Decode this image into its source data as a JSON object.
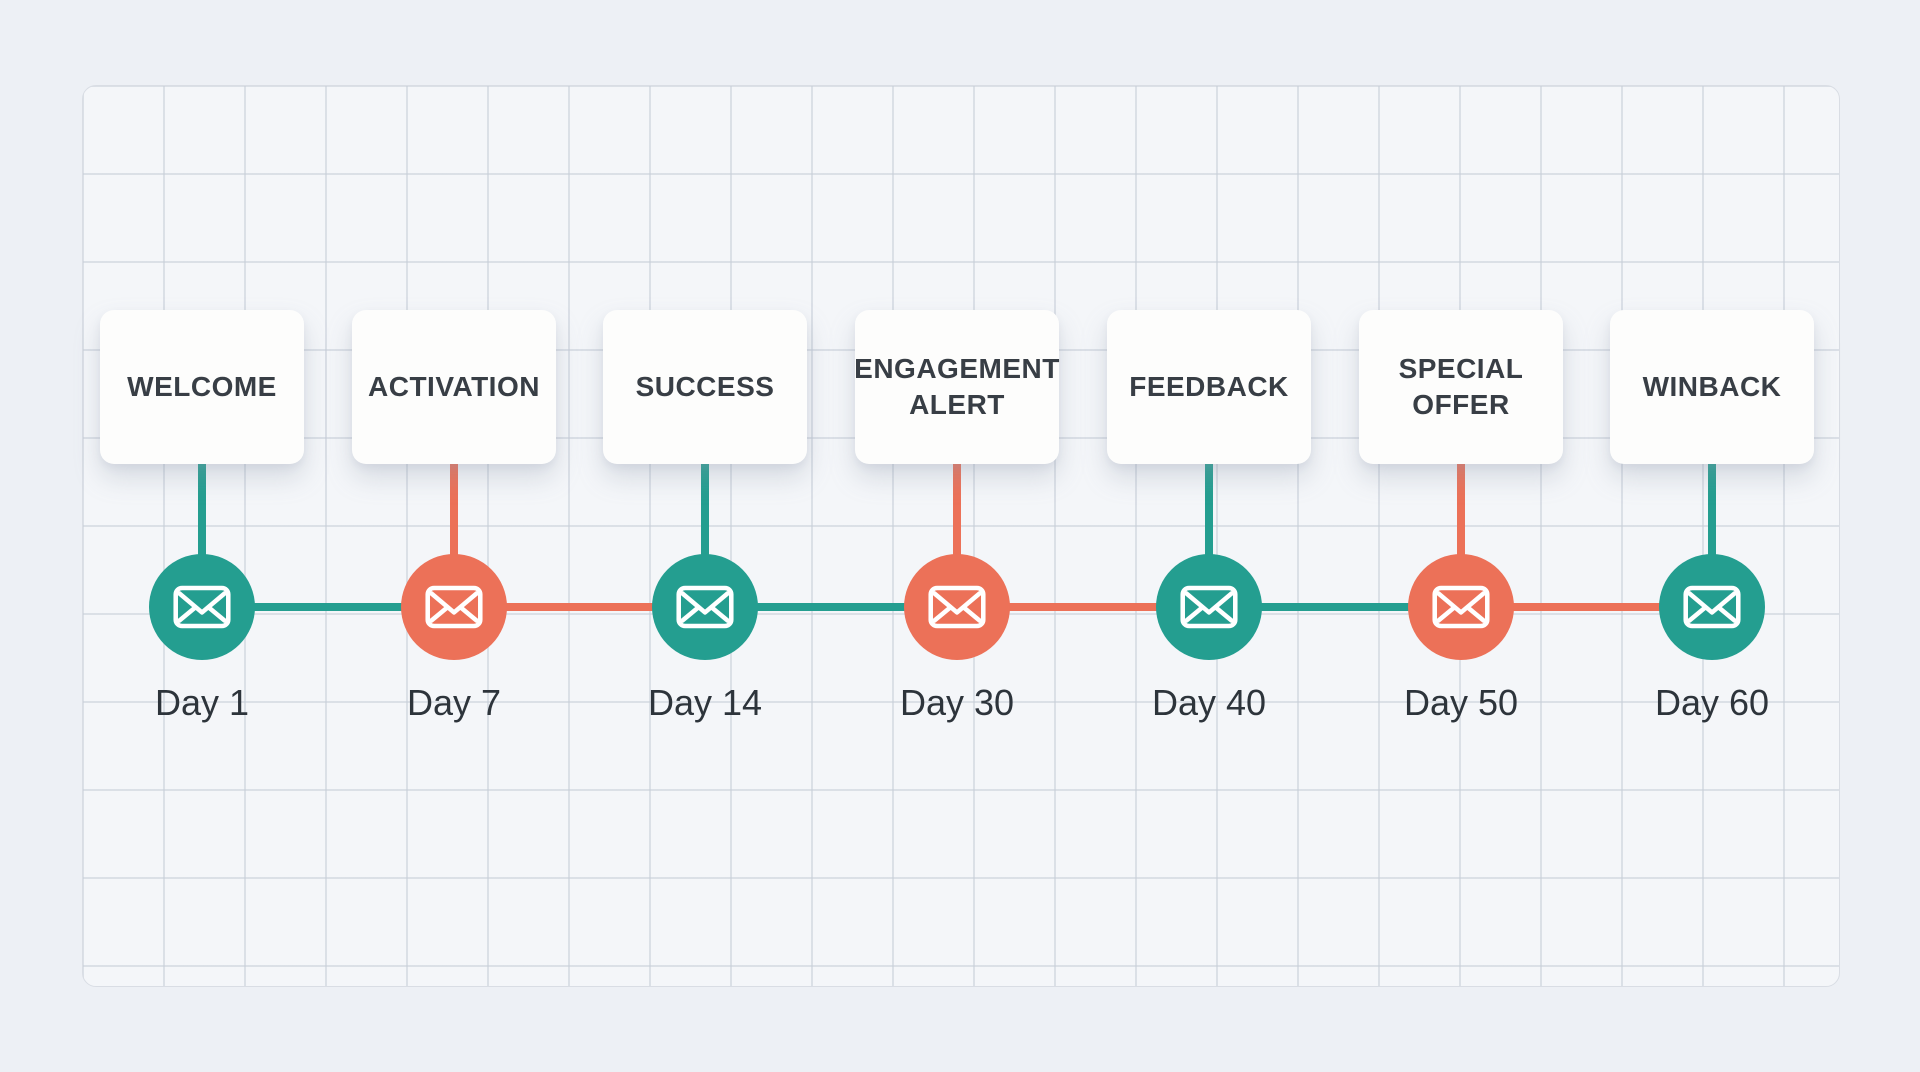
{
  "diagram": {
    "kind": "email-sequence-timeline",
    "colors": {
      "teal": "#249e90",
      "coral": "#ec7158",
      "card_background": "#fdfdfc",
      "card_text": "#383e45",
      "day_text": "#2d343b",
      "panel_background": "#f4f6f9",
      "page_background": "#edf0f5",
      "grid_line": "#c6cdd8"
    },
    "nodes": [
      {
        "label": "WELCOME",
        "day": "Day 1",
        "color": "teal",
        "icon": "envelope-icon"
      },
      {
        "label": "ACTIVATION",
        "day": "Day 7",
        "color": "coral",
        "icon": "envelope-icon"
      },
      {
        "label": "SUCCESS",
        "day": "Day 14",
        "color": "teal",
        "icon": "envelope-icon"
      },
      {
        "label": "ENGAGEMENT ALERT",
        "day": "Day 30",
        "color": "coral",
        "icon": "envelope-icon"
      },
      {
        "label": "FEEDBACK",
        "day": "Day 40",
        "color": "teal",
        "icon": "envelope-icon"
      },
      {
        "label": "SPECIAL OFFER",
        "day": "Day 50",
        "color": "coral",
        "icon": "envelope-icon"
      },
      {
        "label": "WINBACK",
        "day": "Day 60",
        "color": "teal",
        "icon": "envelope-icon"
      }
    ],
    "segments": [
      {
        "from": 0,
        "to": 1,
        "color": "teal"
      },
      {
        "from": 1,
        "to": 2,
        "color": "coral"
      },
      {
        "from": 2,
        "to": 3,
        "color": "teal"
      },
      {
        "from": 3,
        "to": 4,
        "color": "coral"
      },
      {
        "from": 4,
        "to": 5,
        "color": "teal"
      },
      {
        "from": 5,
        "to": 6,
        "color": "coral"
      }
    ]
  }
}
